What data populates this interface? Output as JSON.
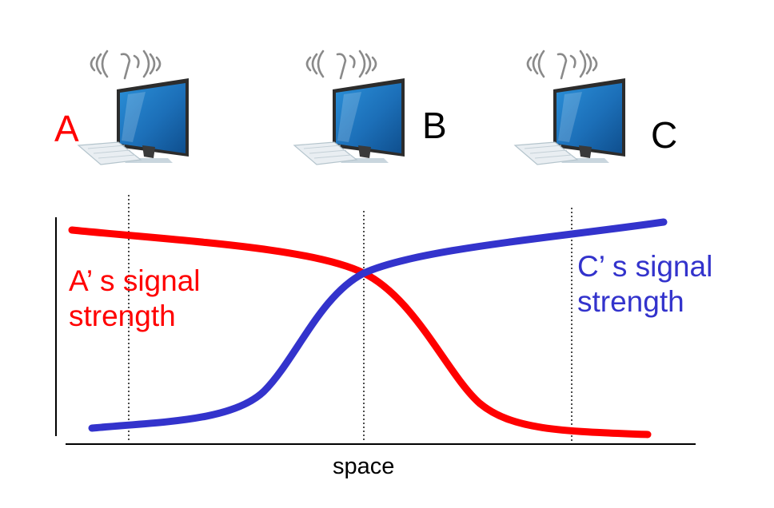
{
  "nodes": [
    {
      "label": "A",
      "color": "#ff0000"
    },
    {
      "label": "B",
      "color": "#000000"
    },
    {
      "label": "C",
      "color": "#000000"
    }
  ],
  "signals": [
    {
      "line1": "A’ s signal",
      "line2": "strength",
      "color": "#ff0000"
    },
    {
      "line1": "C’ s signal",
      "line2": "strength",
      "color": "#3333cc"
    }
  ],
  "axis": {
    "x_label": "space"
  },
  "icons": {
    "computer": "computer-icon",
    "wireless": "wireless-signal-icon"
  },
  "colors": {
    "axis": "#000000",
    "guide": "#000000"
  }
}
